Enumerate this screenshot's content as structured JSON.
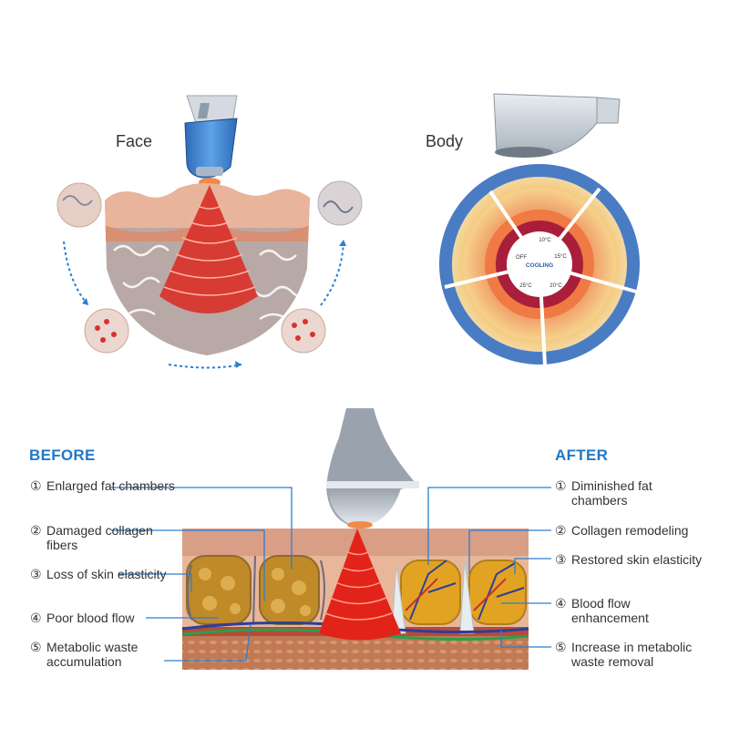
{
  "face": {
    "label": "Face"
  },
  "body": {
    "label": "Body"
  },
  "dial": {
    "center": "COOLING",
    "temps": [
      "10°C",
      "15°C",
      "20°C",
      "25°C",
      "OFF"
    ]
  },
  "before": {
    "heading": "BEFORE",
    "items": [
      {
        "num": "①",
        "text": "Enlarged fat chambers"
      },
      {
        "num": "②",
        "text": "Damaged collagen fibers"
      },
      {
        "num": "③",
        "text": "Loss of skin elasticity"
      },
      {
        "num": "④",
        "text": "Poor blood flow"
      },
      {
        "num": "⑤",
        "text": "Metabolic waste accumulation"
      }
    ]
  },
  "after": {
    "heading": "AFTER",
    "items": [
      {
        "num": "①",
        "text": "Diminished fat chambers"
      },
      {
        "num": "②",
        "text": "Collagen remodeling"
      },
      {
        "num": "③",
        "text": "Restored skin elasticity"
      },
      {
        "num": "④",
        "text": "Blood flow enhancement"
      },
      {
        "num": "⑤",
        "text": "Increase in metabolic waste removal"
      }
    ]
  },
  "colors": {
    "accent": "#1f78c8",
    "heat": "#d8322a",
    "fat": "#d89a2a",
    "skin": "#e8b79a"
  }
}
